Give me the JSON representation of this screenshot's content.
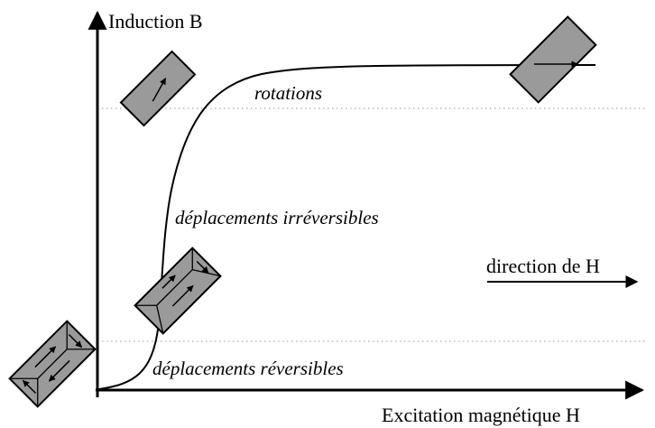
{
  "axes": {
    "y_label": "Induction B",
    "x_label": "Excitation magnétique H"
  },
  "regions": {
    "rotations": "rotations",
    "irreversible": "déplacements irréversibles",
    "reversible": "déplacements réversibles"
  },
  "field_direction": {
    "label": "direction de H"
  },
  "colors": {
    "domain_fill": "#9a9a9a",
    "stroke": "#000000",
    "guide_line": "#9a9a9a"
  }
}
